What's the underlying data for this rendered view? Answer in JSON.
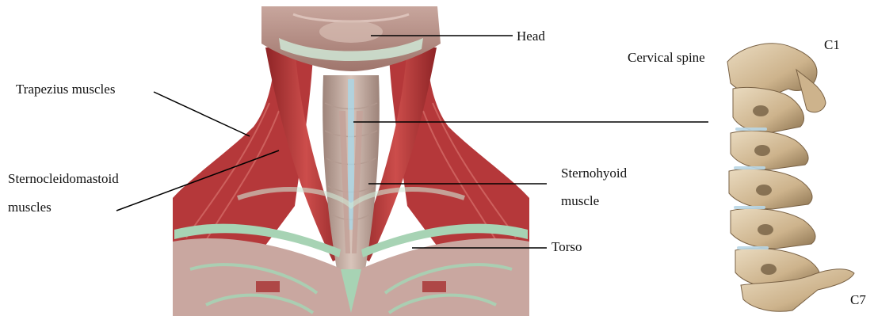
{
  "labels": {
    "head": "Head",
    "trapezius": "Trapezius muscles",
    "sternocleidomastoid_line1": "Sternocleidomastoid",
    "sternocleidomastoid_line2": "muscles",
    "sternohyoid_line1": "Sternohyoid",
    "sternohyoid_line2": "muscle",
    "torso": "Torso",
    "cervical_spine": "Cervical spine",
    "c1": "C1",
    "c7": "C7"
  },
  "colors": {
    "muscle": "#b8383a",
    "muscle_dark": "#8e2426",
    "muscle_light": "#d66a66",
    "fascia": "#a7d3b4",
    "fascia_light": "#cfe8d6",
    "trachea": "#c9b2a8",
    "bone": "#d9c2a0",
    "bone_shadow": "#9f8663",
    "bone_dark": "#6f5a3e",
    "disc": "#b9d7e6",
    "leader": "#000000"
  }
}
